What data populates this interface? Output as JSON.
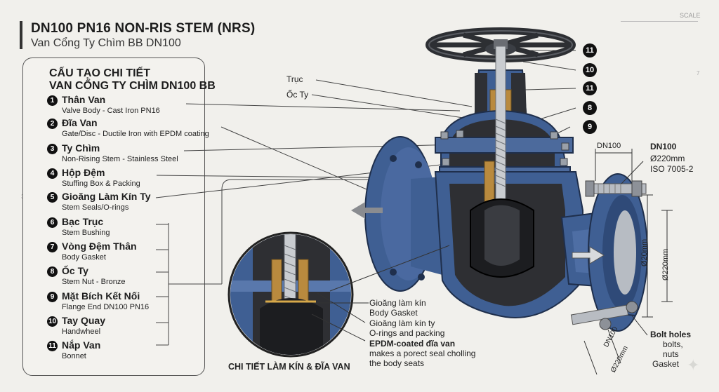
{
  "title": "DN100 PN16 NON-RIS STEM (NRS)",
  "subtitle": "Van Cổng Ty Chìm BB DN100",
  "legend": {
    "heading_line1": "CẤU TẠO CHI TIẾT",
    "heading_line2": "VAN CỔNG TY CHÌM DN100 BB",
    "items": [
      {
        "num": "1",
        "name": "Thân Van",
        "desc": "Valve Body - Cast Iron PN16"
      },
      {
        "num": "2",
        "name": "Đĩa Van",
        "desc": "Gate/Disc - Ductile Iron with EPDM coating"
      },
      {
        "num": "3",
        "name": "Ty Chìm",
        "desc": "Non-Rising Stem - Stainless Steel"
      },
      {
        "num": "4",
        "name": "Hộp Đệm",
        "desc": "Stuffing Box & Packing"
      },
      {
        "num": "5",
        "name": "Gioăng Làm Kín Ty",
        "desc": "Stem Seals/O-rings"
      },
      {
        "num": "6",
        "name": "Bạc Trục",
        "desc": "Stem Bushing"
      },
      {
        "num": "7",
        "name": "Vòng Đệm Thân",
        "desc": "Body Gasket"
      },
      {
        "num": "8",
        "name": "Ốc Ty",
        "desc": "Stem Nut - Bronze"
      },
      {
        "num": "9",
        "name": "Mặt Bích Kết Nối",
        "desc": "Flange End DN100 PN16"
      },
      {
        "num": "10",
        "name": "Tay Quay",
        "desc": "Handwheel"
      },
      {
        "num": "11",
        "name": "Nắp Van",
        "desc": "Bonnet"
      }
    ]
  },
  "callouts": [
    "11",
    "10",
    "11",
    "8",
    "9"
  ],
  "labels": {
    "truc": "Trục",
    "octy": "Ốc Ty",
    "dn100_small": "DN100",
    "dn100_bold": "DN100",
    "dia220": "Ø220mm",
    "iso": "ISO 7005-2",
    "dim_o20": "Ø20mm",
    "dim_o220": "Ø220mm",
    "bottom_dn100": "DN100",
    "bottom_o220": "Ø220mm",
    "bolt_holes": "Bolt holes",
    "bolts": "bolts,",
    "nuts": "nuts",
    "gasket": "Gasket",
    "scale": "SCALE",
    "tick_7": "7",
    "tick_3": "3"
  },
  "detail": {
    "caption": "CHI TIẾT LÀM KÍN & ĐĨA VAN",
    "gasket_vn": "Gioăng làm kín",
    "gasket_en": "Body Gasket",
    "seal_vn": "Gioăng làm kín ty",
    "seal_en": "O-rings and packing",
    "epdm_vn": "EPDM-coated đĩa van",
    "epdm_en1": "makes a porect seal cholling",
    "epdm_en2": "the body seats"
  },
  "colors": {
    "body_blue": "#3f5f93",
    "body_dark": "#2c4570",
    "cavity": "#2e2f33",
    "steel": "#c9ccd0",
    "bronze": "#b98a3e",
    "background": "#f1f0ec"
  }
}
